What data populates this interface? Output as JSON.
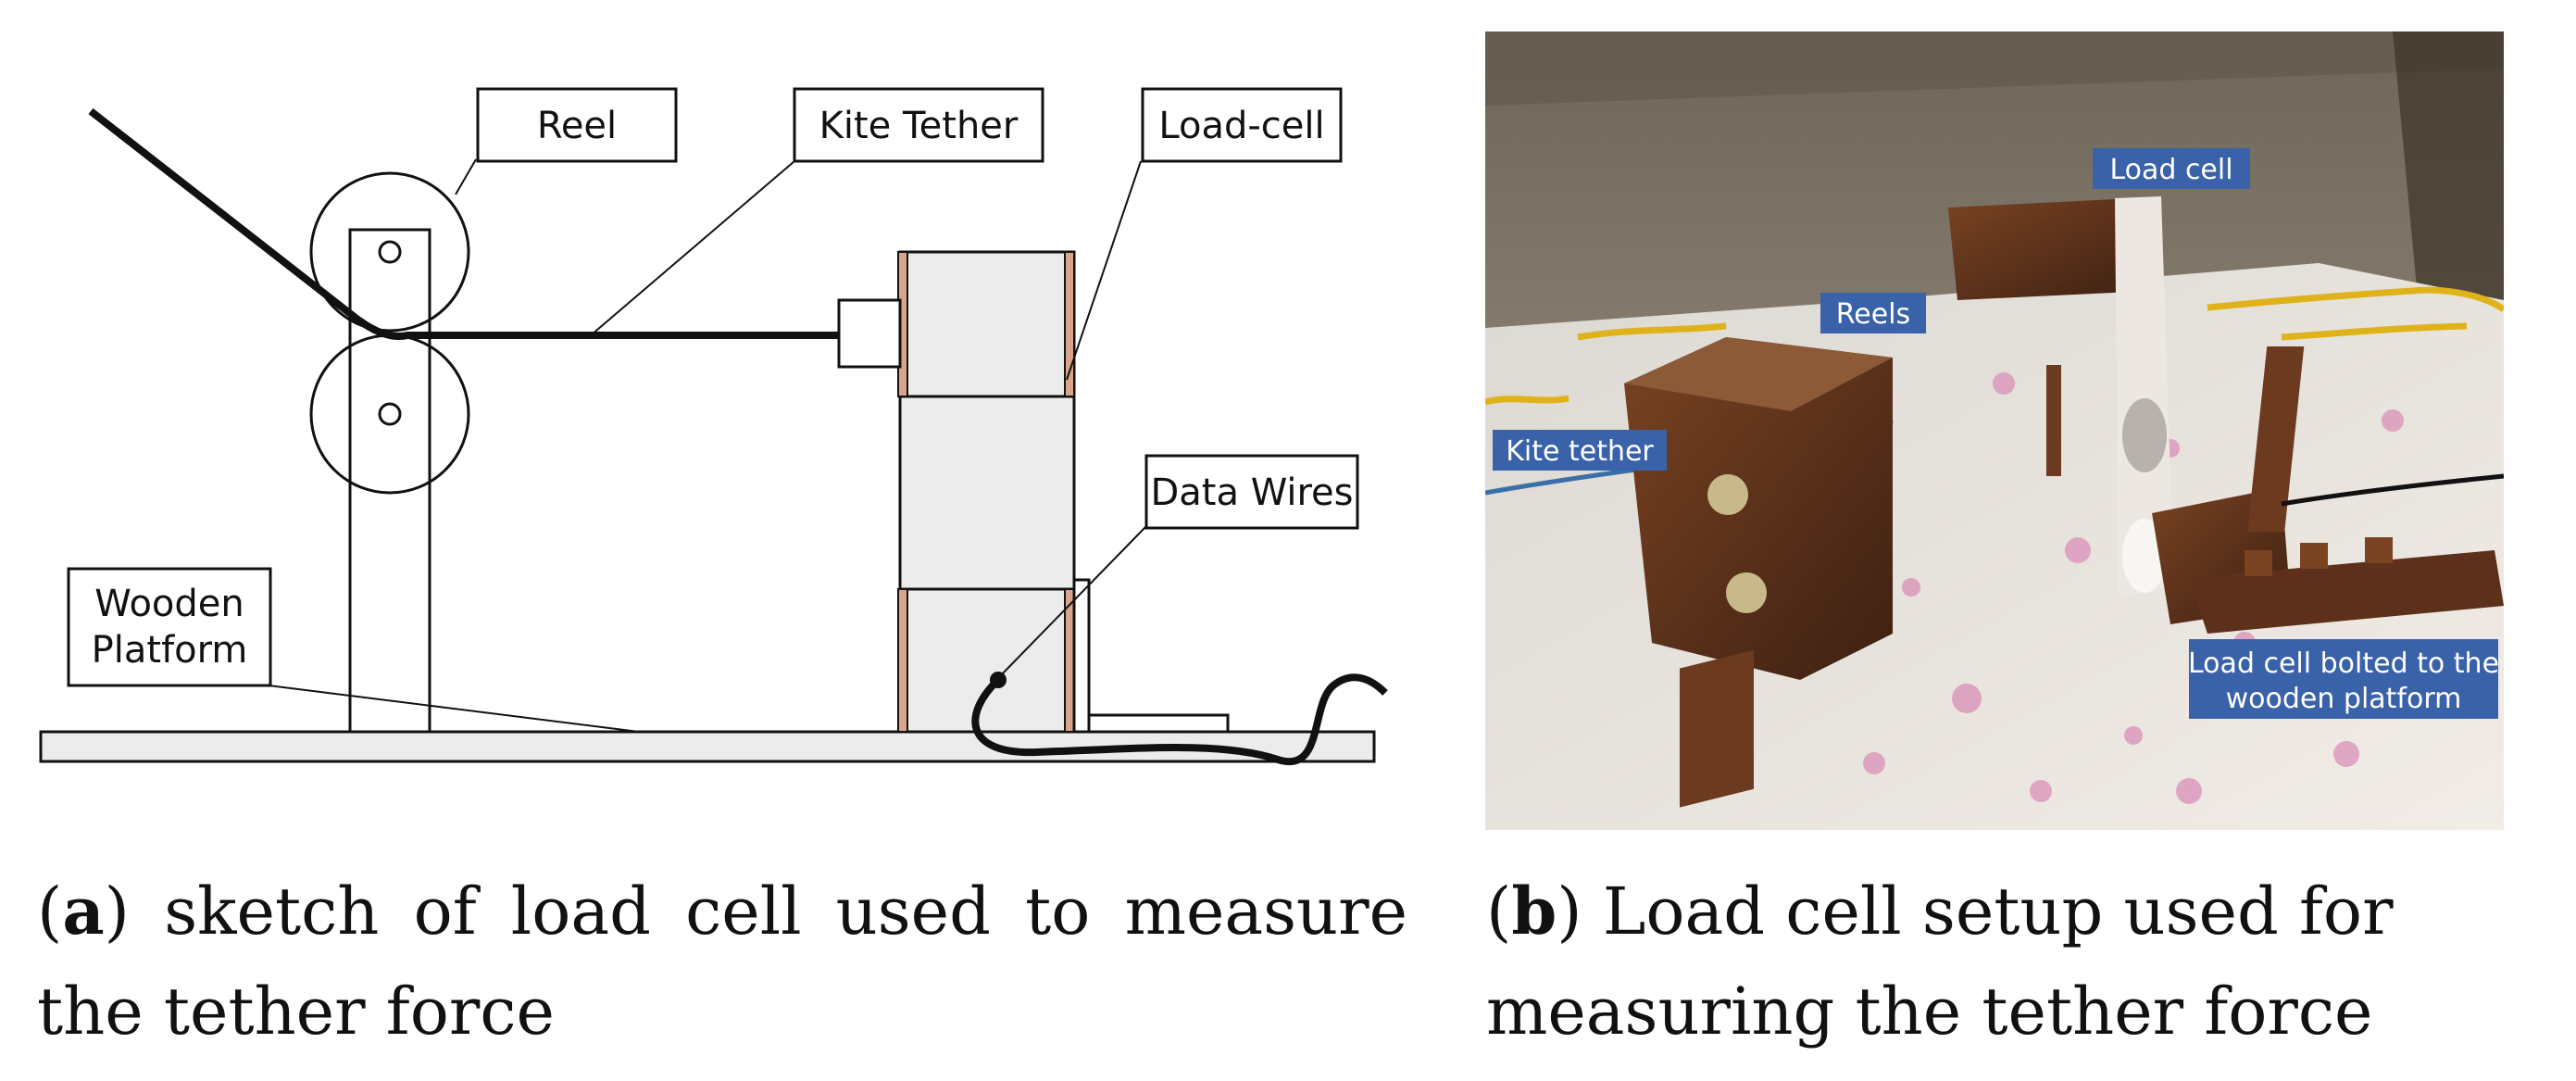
{
  "sketch": {
    "labels": {
      "reel": "Reel",
      "kite_tether": "Kite Tether",
      "load_cell": "Load-cell",
      "data_wires": "Data Wires",
      "wooden_platform_line1": "Wooden",
      "wooden_platform_line2": "Platform"
    }
  },
  "photo": {
    "labels": {
      "load_cell": "Load cell",
      "reels": "Reels",
      "kite_tether": "Kite tether",
      "bolted_line1": "Load cell bolted to the",
      "bolted_line2": "wooden platform"
    },
    "colors": {
      "label_bg": "#3a62a8",
      "rust": "#6b3a1f",
      "tent": "#8a8070",
      "platform": "#eae4dc"
    }
  },
  "captions": {
    "a_letter": "a",
    "a_text": "sketch of load cell used to measure the tether force",
    "b_letter": "b",
    "b_text": "Load cell setup used for measuring the tether force"
  }
}
